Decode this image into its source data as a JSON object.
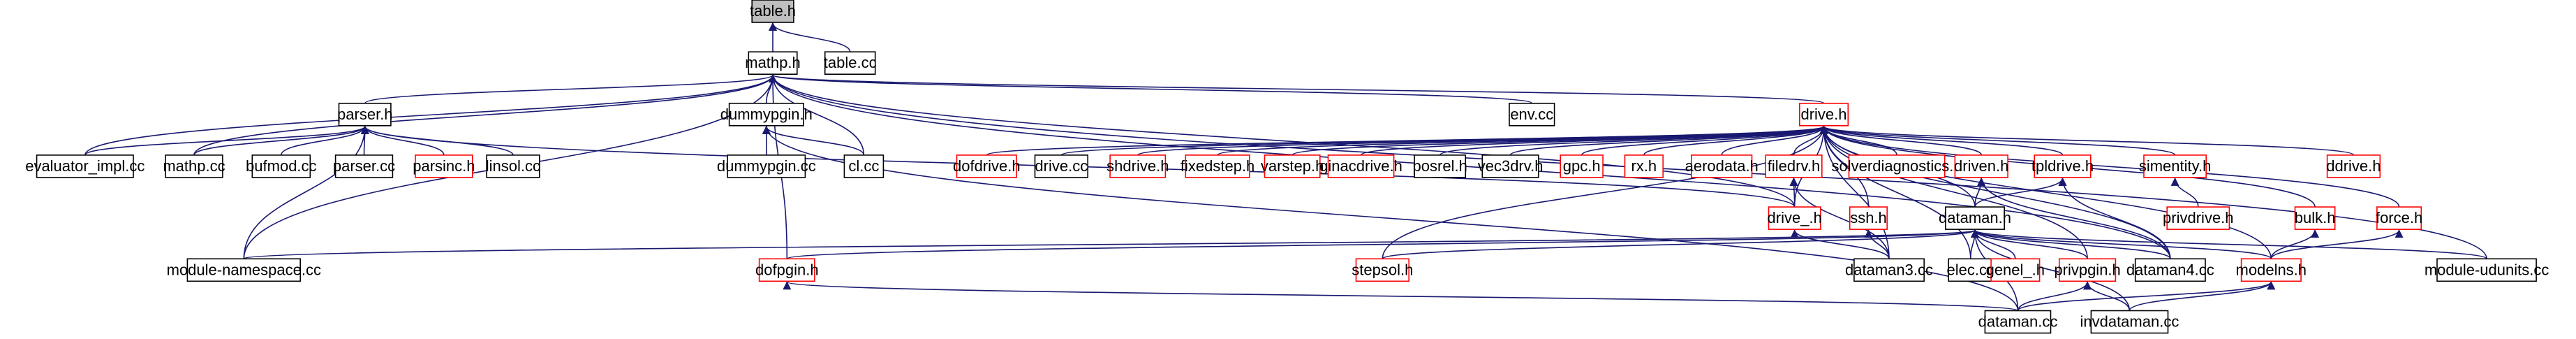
{
  "colors": {
    "edge": "#191970",
    "root_fill": "#bfbfbf",
    "normal_border": "#000000",
    "red_border": "#ff0000",
    "fill": "#ffffff"
  },
  "nodes": [
    {
      "id": "table_h",
      "label": "table.h",
      "style": "root"
    },
    {
      "id": "mathp_h",
      "label": "mathp.h",
      "style": "normal"
    },
    {
      "id": "table_cc",
      "label": "table.cc",
      "style": "normal"
    },
    {
      "id": "parser_h",
      "label": "parser.h",
      "style": "normal"
    },
    {
      "id": "dummypgin_h",
      "label": "dummypgin.h",
      "style": "normal"
    },
    {
      "id": "drive_h",
      "label": "drive.h",
      "style": "red"
    },
    {
      "id": "env_cc",
      "label": "env.cc",
      "style": "normal"
    },
    {
      "id": "evaluator_impl_cc",
      "label": "evaluator_impl.cc",
      "style": "normal"
    },
    {
      "id": "mathp_cc",
      "label": "mathp.cc",
      "style": "normal"
    },
    {
      "id": "bufmod_cc",
      "label": "bufmod.cc",
      "style": "normal"
    },
    {
      "id": "parser_cc",
      "label": "parser.cc",
      "style": "normal"
    },
    {
      "id": "parsinc_h",
      "label": "parsinc.h",
      "style": "red"
    },
    {
      "id": "linsol_cc",
      "label": "linsol.cc",
      "style": "normal"
    },
    {
      "id": "dummypgin_cc",
      "label": "dummypgin.cc",
      "style": "normal"
    },
    {
      "id": "cl_cc",
      "label": "cl.cc",
      "style": "normal"
    },
    {
      "id": "dofdrive_h",
      "label": "dofdrive.h",
      "style": "red"
    },
    {
      "id": "drive_cc",
      "label": "drive.cc",
      "style": "normal"
    },
    {
      "id": "shdrive_h",
      "label": "shdrive.h",
      "style": "red"
    },
    {
      "id": "fixedstep_h",
      "label": "fixedstep.h",
      "style": "red"
    },
    {
      "id": "varstep_h",
      "label": "varstep.h",
      "style": "red"
    },
    {
      "id": "ginacdrive_h",
      "label": "ginacdrive.h",
      "style": "red"
    },
    {
      "id": "posrel_h",
      "label": "posrel.h",
      "style": "normal"
    },
    {
      "id": "vec3drv_h",
      "label": "vec3drv.h",
      "style": "normal"
    },
    {
      "id": "gpc_h",
      "label": "gpc.h",
      "style": "red"
    },
    {
      "id": "rx_h",
      "label": "rx.h",
      "style": "red"
    },
    {
      "id": "aerodata_h",
      "label": "aerodata.h",
      "style": "red"
    },
    {
      "id": "filedrv_h",
      "label": "filedrv.h",
      "style": "red"
    },
    {
      "id": "solverdiagnostics_h",
      "label": "solverdiagnostics.h",
      "style": "red"
    },
    {
      "id": "driven_h",
      "label": "driven.h",
      "style": "red"
    },
    {
      "id": "tpldrive_h",
      "label": "tpldrive.h",
      "style": "red"
    },
    {
      "id": "simentity_h",
      "label": "simentity.h",
      "style": "red"
    },
    {
      "id": "ddrive_h",
      "label": "ddrive.h",
      "style": "red"
    },
    {
      "id": "drive__h",
      "label": "drive_.h",
      "style": "red"
    },
    {
      "id": "ssh_h",
      "label": "ssh.h",
      "style": "red"
    },
    {
      "id": "privdrive_h",
      "label": "privdrive.h",
      "style": "red"
    },
    {
      "id": "bulk_h",
      "label": "bulk.h",
      "style": "red"
    },
    {
      "id": "force_h",
      "label": "force.h",
      "style": "red"
    },
    {
      "id": "dataman_h",
      "label": "dataman.h",
      "style": "normal"
    },
    {
      "id": "module_namespace_cc",
      "label": "module-namespace.cc",
      "style": "normal"
    },
    {
      "id": "dofpgin_h",
      "label": "dofpgin.h",
      "style": "red"
    },
    {
      "id": "stepsol_h",
      "label": "stepsol.h",
      "style": "red"
    },
    {
      "id": "dataman3_cc",
      "label": "dataman3.cc",
      "style": "normal"
    },
    {
      "id": "elec_cc",
      "label": "elec.cc",
      "style": "normal"
    },
    {
      "id": "genel__h",
      "label": "genel_.h",
      "style": "red"
    },
    {
      "id": "privpgin_h",
      "label": "privpgin.h",
      "style": "red"
    },
    {
      "id": "dataman4_cc",
      "label": "dataman4.cc",
      "style": "normal"
    },
    {
      "id": "modelns_h",
      "label": "modelns.h",
      "style": "red"
    },
    {
      "id": "module_udunits_cc",
      "label": "module-udunits.cc",
      "style": "normal"
    },
    {
      "id": "dataman_cc",
      "label": "dataman.cc",
      "style": "normal"
    },
    {
      "id": "invdataman_cc",
      "label": "invdataman.cc",
      "style": "normal"
    }
  ],
  "edges": [
    [
      "mathp_h",
      "table_h"
    ],
    [
      "table_cc",
      "table_h"
    ],
    [
      "parser_h",
      "mathp_h"
    ],
    [
      "dummypgin_h",
      "mathp_h"
    ],
    [
      "drive_h",
      "mathp_h"
    ],
    [
      "env_cc",
      "mathp_h"
    ],
    [
      "evaluator_impl_cc",
      "mathp_h"
    ],
    [
      "mathp_cc",
      "mathp_h"
    ],
    [
      "cl_cc",
      "mathp_h"
    ],
    [
      "module_namespace_cc",
      "mathp_h"
    ],
    [
      "drive__h",
      "mathp_h"
    ],
    [
      "dofpgin_h",
      "mathp_h"
    ],
    [
      "module_udunits_cc",
      "mathp_h"
    ],
    [
      "dataman4_cc",
      "mathp_h"
    ],
    [
      "evaluator_impl_cc",
      "parser_h"
    ],
    [
      "mathp_cc",
      "parser_h"
    ],
    [
      "bufmod_cc",
      "parser_h"
    ],
    [
      "parser_cc",
      "parser_h"
    ],
    [
      "parsinc_h",
      "parser_h"
    ],
    [
      "linsol_cc",
      "parser_h"
    ],
    [
      "module_namespace_cc",
      "parser_h"
    ],
    [
      "drive__h",
      "parser_h"
    ],
    [
      "dummypgin_cc",
      "dummypgin_h"
    ],
    [
      "cl_cc",
      "dummypgin_h"
    ],
    [
      "dataman_cc",
      "dummypgin_h"
    ],
    [
      "dofdrive_h",
      "drive_h"
    ],
    [
      "drive_cc",
      "drive_h"
    ],
    [
      "shdrive_h",
      "drive_h"
    ],
    [
      "fixedstep_h",
      "drive_h"
    ],
    [
      "varstep_h",
      "drive_h"
    ],
    [
      "ginacdrive_h",
      "drive_h"
    ],
    [
      "posrel_h",
      "drive_h"
    ],
    [
      "vec3drv_h",
      "drive_h"
    ],
    [
      "gpc_h",
      "drive_h"
    ],
    [
      "rx_h",
      "drive_h"
    ],
    [
      "aerodata_h",
      "drive_h"
    ],
    [
      "filedrv_h",
      "drive_h"
    ],
    [
      "solverdiagnostics_h",
      "drive_h"
    ],
    [
      "driven_h",
      "drive_h"
    ],
    [
      "tpldrive_h",
      "drive_h"
    ],
    [
      "simentity_h",
      "drive_h"
    ],
    [
      "ddrive_h",
      "drive_h"
    ],
    [
      "drive__h",
      "drive_h"
    ],
    [
      "ssh_h",
      "drive_h"
    ],
    [
      "bulk_h",
      "drive_h"
    ],
    [
      "force_h",
      "drive_h"
    ],
    [
      "dataman_h",
      "drive_h"
    ],
    [
      "stepsol_h",
      "drive_h"
    ],
    [
      "dataman3_cc",
      "drive_h"
    ],
    [
      "elec_cc",
      "drive_h"
    ],
    [
      "dataman4_cc",
      "drive_h"
    ],
    [
      "modelns_h",
      "drive_h"
    ],
    [
      "privpgin_h",
      "drive_h"
    ],
    [
      "drive__h",
      "filedrv_h"
    ],
    [
      "dataman3_cc",
      "filedrv_h"
    ],
    [
      "dataman_h",
      "driven_h"
    ],
    [
      "dataman4_cc",
      "driven_h"
    ],
    [
      "dataman_h",
      "tpldrive_h"
    ],
    [
      "dataman4_cc",
      "tpldrive_h"
    ],
    [
      "privdrive_h",
      "simentity_h"
    ],
    [
      "dataman3_cc",
      "ssh_h"
    ],
    [
      "modelns_h",
      "bulk_h"
    ],
    [
      "modelns_h",
      "force_h"
    ],
    [
      "dataman3_cc",
      "drive__h"
    ],
    [
      "module_namespace_cc",
      "dataman_h"
    ],
    [
      "dofpgin_h",
      "dataman_h"
    ],
    [
      "stepsol_h",
      "dataman_h"
    ],
    [
      "elec_cc",
      "dataman_h"
    ],
    [
      "genel__h",
      "dataman_h"
    ],
    [
      "privpgin_h",
      "dataman_h"
    ],
    [
      "dataman4_cc",
      "dataman_h"
    ],
    [
      "modelns_h",
      "dataman_h"
    ],
    [
      "module_udunits_cc",
      "dataman_h"
    ],
    [
      "dataman_cc",
      "dataman_h"
    ],
    [
      "invdataman_cc",
      "dataman_h"
    ],
    [
      "dataman_cc",
      "dofpgin_h"
    ],
    [
      "dataman_cc",
      "privpgin_h"
    ],
    [
      "invdataman_cc",
      "privpgin_h"
    ],
    [
      "dataman_cc",
      "modelns_h"
    ],
    [
      "invdataman_cc",
      "modelns_h"
    ]
  ]
}
